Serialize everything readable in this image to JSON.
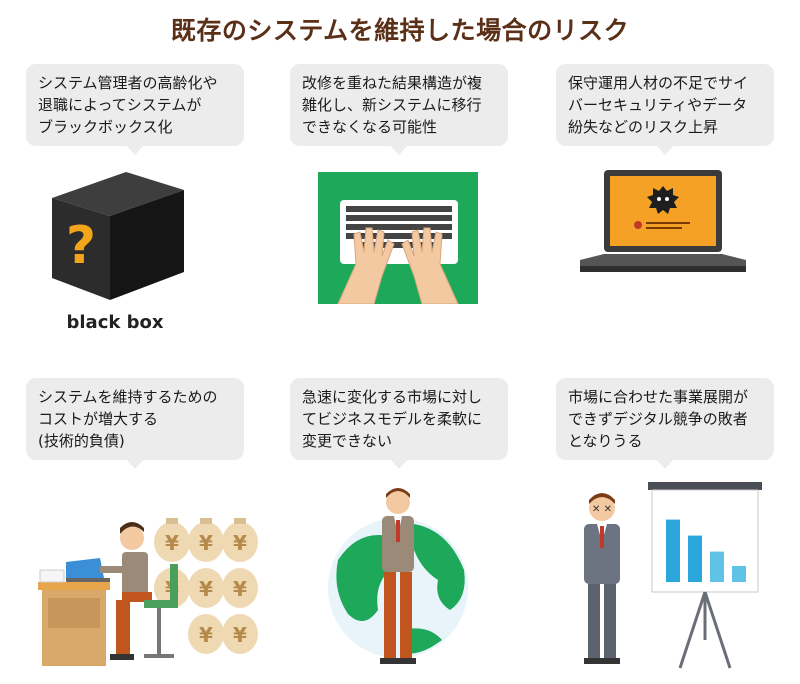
{
  "title": "既存のシステムを維持した場合のリスク",
  "risks": [
    {
      "lines": [
        "システム管理者の高齢化や",
        "退職によってシステムが",
        "ブラックボックス化"
      ],
      "illustration": "black-box-cube"
    },
    {
      "lines": [
        "改修を重ねた結果構造が複",
        "雑化し、新システムに移行",
        "できなくなる可能性"
      ],
      "illustration": "hands-on-keyboard"
    },
    {
      "lines": [
        "保守運用人材の不足でサイ",
        "バーセキュリティやデータ",
        "紛失などのリスク上昇"
      ],
      "illustration": "infected-laptop"
    },
    {
      "lines": [
        "システムを維持するための",
        "コストが増大する",
        "(技術的負債)"
      ],
      "illustration": "worker-with-money-bags"
    },
    {
      "lines": [
        "急速に変化する市場に対し",
        "てビジネスモデルを柔軟に",
        "変更できない"
      ],
      "illustration": "man-on-globe"
    },
    {
      "lines": [
        "市場に合わせた事業展開が",
        "できずデジタル競争の敗者",
        "となりうる"
      ],
      "illustration": "man-with-declining-chart"
    }
  ],
  "black_box_label": "black box",
  "black_box_symbol": "?",
  "money_symbol": "¥",
  "chart_bars": [
    0.78,
    0.58,
    0.38,
    0.2
  ],
  "colors": {
    "title": "#5a3018",
    "bubble": "#ececec",
    "green": "#1ea85a",
    "orange": "#f4a126",
    "chart_blue": "#2aa6dd",
    "question": "#f2a41b"
  }
}
